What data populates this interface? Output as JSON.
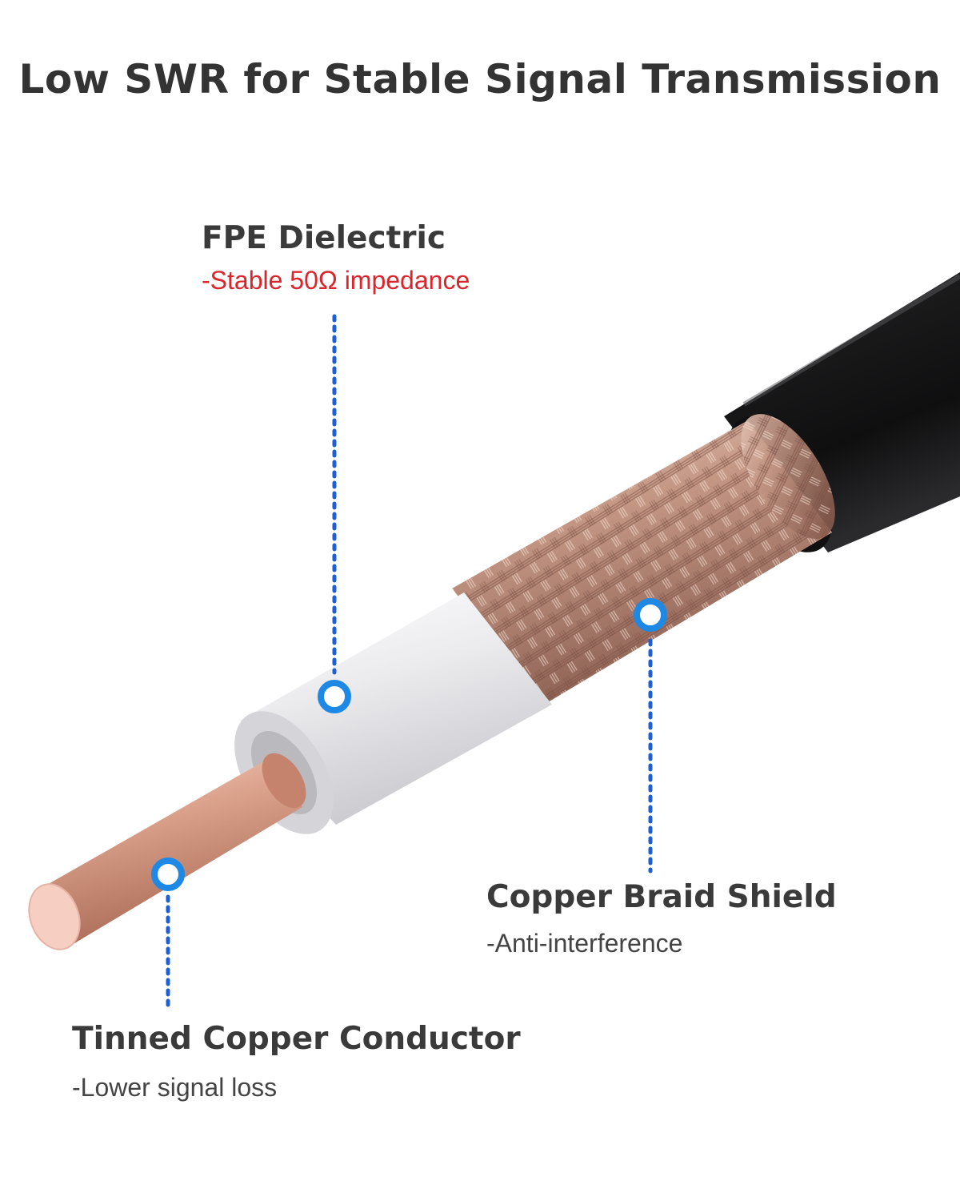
{
  "title": "Low SWR for Stable Signal Transmission",
  "colors": {
    "title": "#333333",
    "label": "#3a3a3a",
    "accent_red": "#d9252b",
    "leader_blue": "#1f5fd6",
    "marker_blue": "#1e88e5",
    "jacket": "#1c1c1c",
    "dielectric": "#e9e9ec",
    "braid": "#c39a89",
    "conductor": "#d9a08a"
  },
  "labels": {
    "dielectric": {
      "title": "FPE Dielectric",
      "subtitle": "-Stable 50Ω impedance",
      "icon": "marker-ring-icon"
    },
    "braid": {
      "title": "Copper Braid Shield",
      "subtitle": "-Anti-interference",
      "icon": "marker-ring-icon"
    },
    "conductor": {
      "title": "Tinned Copper Conductor",
      "subtitle": "-Lower signal loss",
      "icon": "marker-ring-icon"
    }
  }
}
